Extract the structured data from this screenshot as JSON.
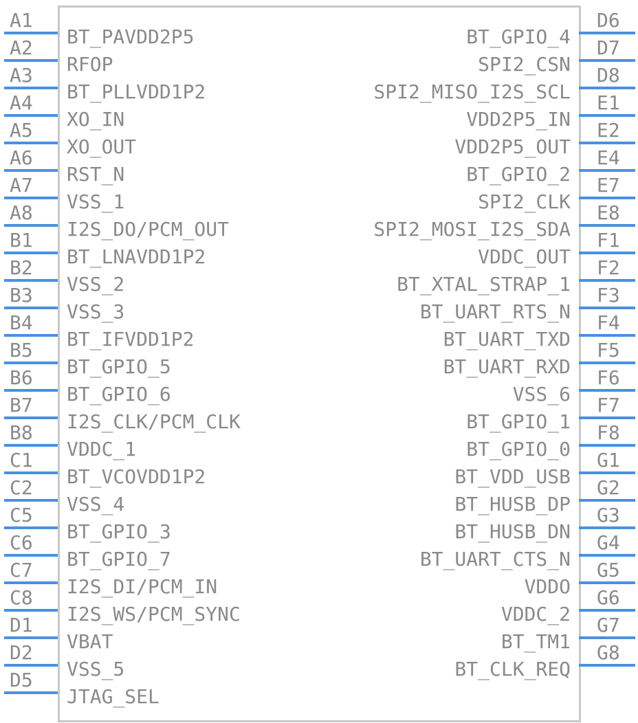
{
  "left_pins": [
    {
      "num": "A1",
      "name": "BT_PAVDD2P5"
    },
    {
      "num": "A2",
      "name": "RFOP"
    },
    {
      "num": "A3",
      "name": "BT_PLLVDD1P2"
    },
    {
      "num": "A4",
      "name": "XO_IN"
    },
    {
      "num": "A5",
      "name": "XO_OUT"
    },
    {
      "num": "A6",
      "name": "RST_N"
    },
    {
      "num": "A7",
      "name": "VSS_1"
    },
    {
      "num": "A8",
      "name": "I2S_DO/PCM_OUT"
    },
    {
      "num": "B1",
      "name": "BT_LNAVDD1P2"
    },
    {
      "num": "B2",
      "name": "VSS_2"
    },
    {
      "num": "B3",
      "name": "VSS_3"
    },
    {
      "num": "B4",
      "name": "BT_IFVDD1P2"
    },
    {
      "num": "B5",
      "name": "BT_GPIO_5"
    },
    {
      "num": "B6",
      "name": "BT_GPIO_6"
    },
    {
      "num": "B7",
      "name": "I2S_CLK/PCM_CLK"
    },
    {
      "num": "B8",
      "name": "VDDC_1"
    },
    {
      "num": "C1",
      "name": "BT_VCOVDD1P2"
    },
    {
      "num": "C2",
      "name": "VSS_4"
    },
    {
      "num": "C5",
      "name": "BT_GPIO_3"
    },
    {
      "num": "C6",
      "name": "BT_GPIO_7"
    },
    {
      "num": "C7",
      "name": "I2S_DI/PCM_IN"
    },
    {
      "num": "C8",
      "name": "I2S_WS/PCM_SYNC"
    },
    {
      "num": "D1",
      "name": "VBAT"
    },
    {
      "num": "D2",
      "name": "VSS_5"
    },
    {
      "num": "D5",
      "name": "JTAG_SEL"
    }
  ],
  "right_pins": [
    {
      "num": "D6",
      "name": "BT_GPIO_4"
    },
    {
      "num": "D7",
      "name": "SPI2_CSN"
    },
    {
      "num": "D8",
      "name": "SPI2_MISO_I2S_SCL"
    },
    {
      "num": "E1",
      "name": "VDD2P5_IN"
    },
    {
      "num": "E2",
      "name": "VDD2P5_OUT"
    },
    {
      "num": "E4",
      "name": "BT_GPIO_2"
    },
    {
      "num": "E7",
      "name": "SPI2_CLK"
    },
    {
      "num": "E8",
      "name": "SPI2_MOSI_I2S_SDA"
    },
    {
      "num": "F1",
      "name": "VDDC_OUT"
    },
    {
      "num": "F2",
      "name": "BT_XTAL_STRAP_1"
    },
    {
      "num": "F3",
      "name": "BT_UART_RTS_N"
    },
    {
      "num": "F4",
      "name": "BT_UART_TXD"
    },
    {
      "num": "F5",
      "name": "BT_UART_RXD"
    },
    {
      "num": "F6",
      "name": "VSS_6"
    },
    {
      "num": "F7",
      "name": "BT_GPIO_1"
    },
    {
      "num": "F8",
      "name": "BT_GPIO_0"
    },
    {
      "num": "G1",
      "name": "BT_VDD_USB"
    },
    {
      "num": "G2",
      "name": "BT_HUSB_DP"
    },
    {
      "num": "G3",
      "name": "BT_HUSB_DN"
    },
    {
      "num": "G4",
      "name": "BT_UART_CTS_N"
    },
    {
      "num": "G5",
      "name": "VDDO"
    },
    {
      "num": "G6",
      "name": "VDDC_2"
    },
    {
      "num": "G7",
      "name": "BT_TM1"
    },
    {
      "num": "G8",
      "name": "BT_CLK_REQ"
    }
  ]
}
